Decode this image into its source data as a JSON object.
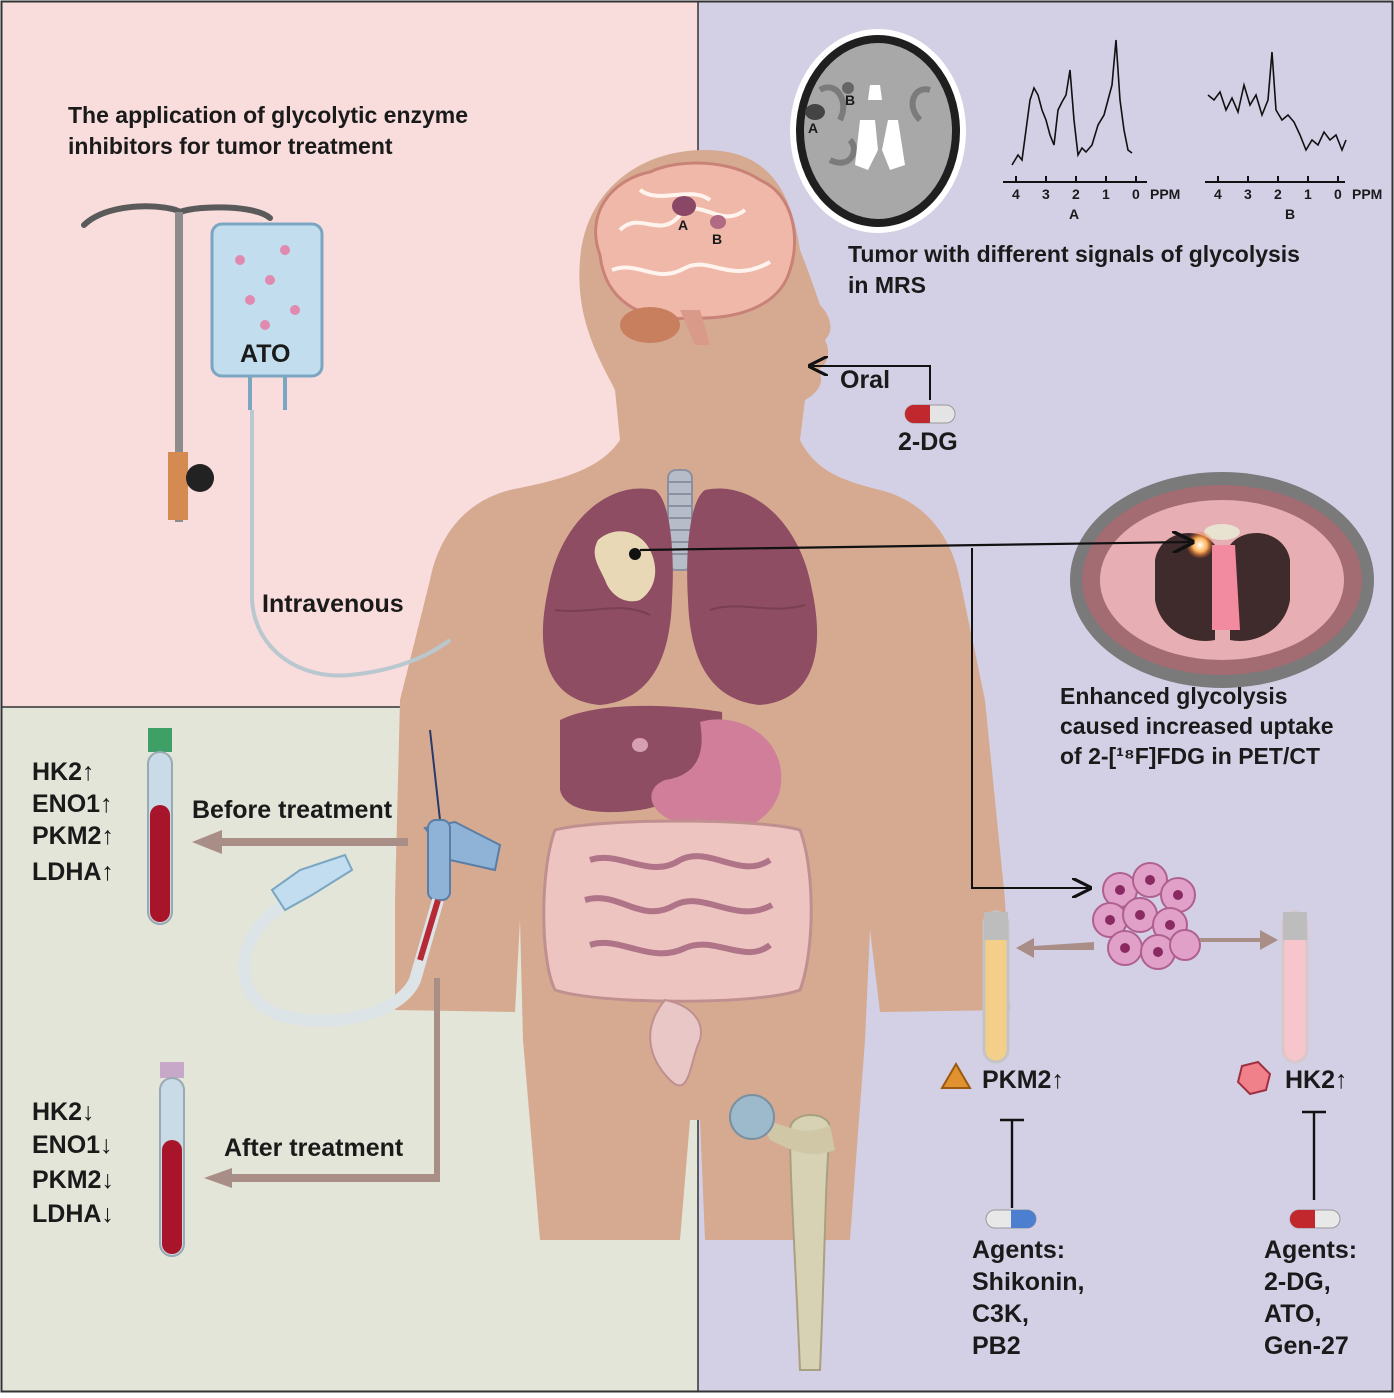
{
  "title_line1": "The application of glycolytic enzyme",
  "title_line2": "inhibitors for tumor treatment",
  "iv_bag_label": "ATO",
  "iv_route": "Intravenous",
  "oral_route": "Oral",
  "oral_drug": "2-DG",
  "brain_lesions": [
    "A",
    "B"
  ],
  "mrs": {
    "ct_labels": [
      "B",
      "A"
    ],
    "axis_ticks": [
      "4",
      "3",
      "2",
      "1",
      "0"
    ],
    "axis_unit": "PPM",
    "spectrum_a_label": "A",
    "spectrum_b_label": "B",
    "caption_line1": "Tumor with different signals of glycolysis",
    "caption_line2": "in MRS"
  },
  "pet": {
    "caption_line1": "Enhanced  glycolysis",
    "caption_line2": "caused increased uptake",
    "caption_line3": "of 2-[¹⁸F]FDG in PET/CT"
  },
  "blood": {
    "before_label": "Before treatment",
    "after_label": "After treatment",
    "before_markers": [
      "HK2↑",
      "ENO1↑",
      "PKM2↑",
      "LDHA↑"
    ],
    "after_markers": [
      "HK2↓",
      "ENO1↓",
      "PKM2↓",
      "LDHA↓"
    ]
  },
  "targets": {
    "left_enzyme": "PKM2↑",
    "right_enzyme": "HK2↑",
    "left_agents": [
      "Agents:",
      "Shikonin,",
      "C3K,",
      "PB2"
    ],
    "right_agents": [
      "Agents:",
      "2-DG,",
      "ATO,",
      "Gen-27"
    ]
  },
  "colors": {
    "panel_pink": "#f9dcdc",
    "panel_lavender": "#d3d0e6",
    "panel_green": "#e2e5d7",
    "skin": "#d6aa90",
    "arrow_brown": "#a98e88"
  }
}
